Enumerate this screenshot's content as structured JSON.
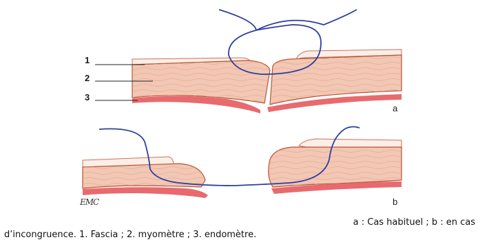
{
  "labels": {
    "layer1": "1",
    "layer2": "2",
    "layer3": "3"
  },
  "panels": {
    "a": "a",
    "b": "b"
  },
  "logo": "EMC",
  "caption": {
    "line1": "a : Cas habituel ; b : en cas",
    "line2": "d’incongruence. 1. Fascia ; 2. myomètre ; 3. endomètre."
  },
  "colors": {
    "muscle": "#f2c7b4",
    "muscle_edge": "#b5522f",
    "fascia": "#fbeee7",
    "endometrium": "#e86a6f",
    "suture": "#2c3f9e"
  }
}
